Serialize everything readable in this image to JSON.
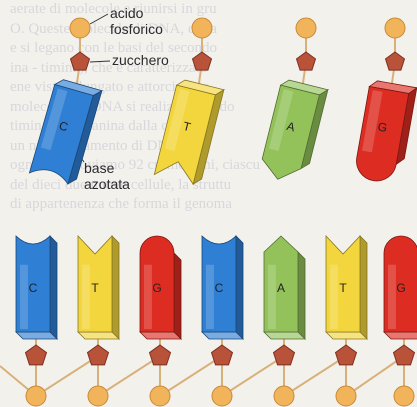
{
  "labels": {
    "phosphate": "acido\nfosforico",
    "sugar": "zucchero",
    "base": "base\nazotata"
  },
  "colors": {
    "C": "#2f7fd4",
    "T": "#f3d63d",
    "A": "#93c25a",
    "G": "#dd2c22",
    "phosphate": "#f2b45a",
    "sugar": "#b8533a",
    "bond": "#d8b07a"
  },
  "top_nucleotides": [
    {
      "base": "C"
    },
    {
      "base": "T"
    },
    {
      "base": "A"
    },
    {
      "base": "G"
    }
  ],
  "strand": [
    {
      "base": "C"
    },
    {
      "base": "T"
    },
    {
      "base": "G"
    },
    {
      "base": "C"
    },
    {
      "base": "A"
    },
    {
      "base": "T"
    },
    {
      "base": "G"
    }
  ],
  "background_text": [
    "aerate di molecole e riunirsi in gru",
    "O. Queste molecole di DNA, circa",
    "e si legano con le basi del secondo",
    "ina - timina), che è caratterizzata",
    "ene visto allungato e attorcigliato",
    "molecola del DNA si realizza quando",
    "timina e la guanina dalla citosina",
    "un nuovo filamento di DNA",
    "ogni base troviamo 92 cromosomi, ciascu",
    "del dieci due nuove cellule, la struttu",
    "di appartenenza che forma il genoma"
  ]
}
